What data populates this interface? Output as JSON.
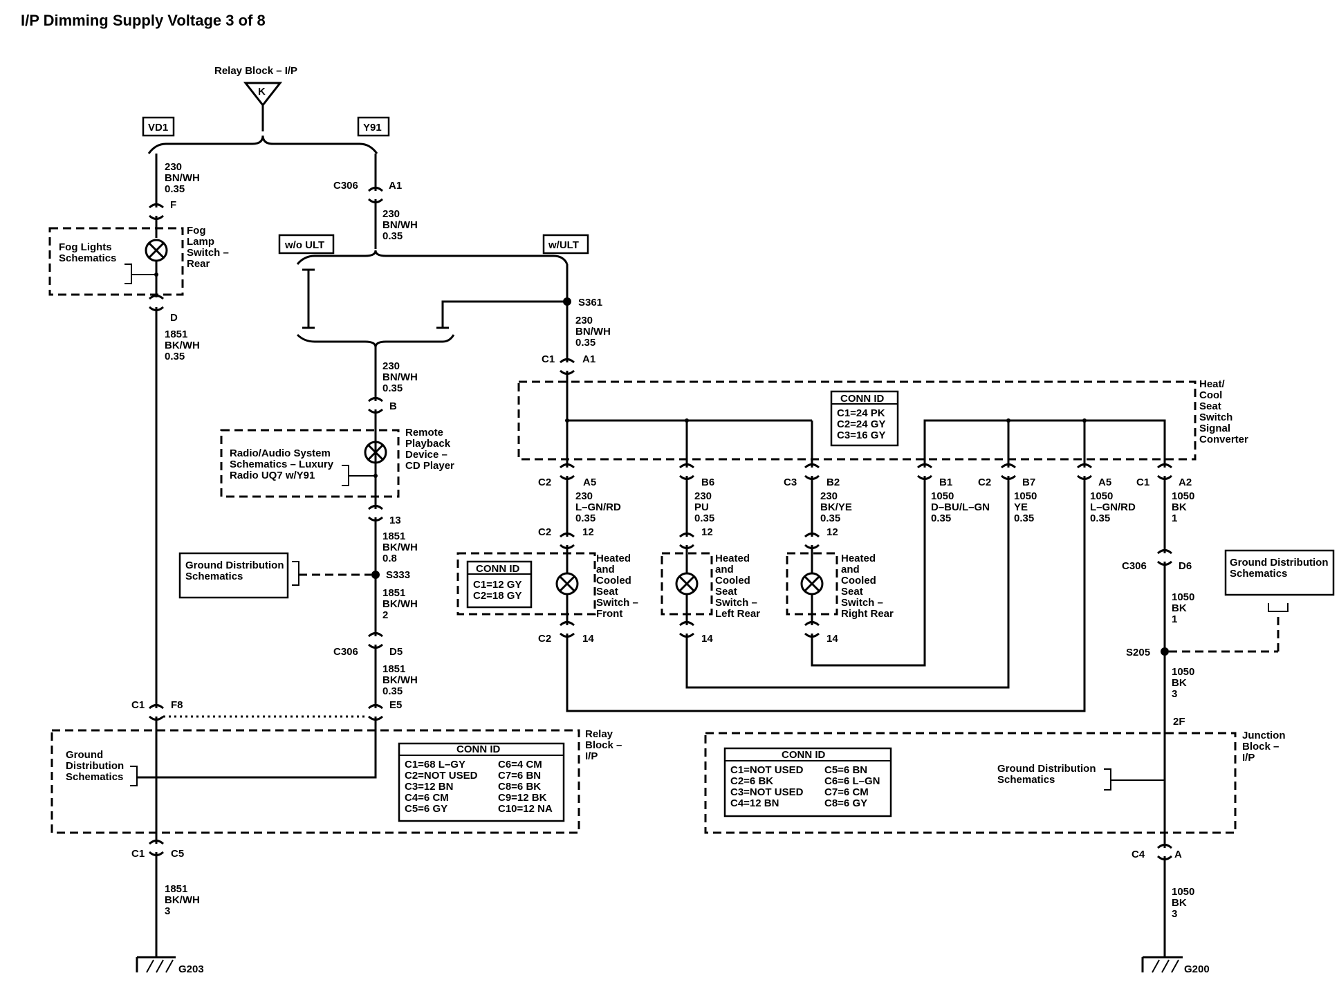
{
  "title": "I/P Dimming Supply Voltage 3 of 8",
  "relay_top": {
    "label": "Relay Block – I/P",
    "pin": "K"
  },
  "options": {
    "vd1": "VD1",
    "y91": "Y91",
    "wo_ult": "w/o ULT",
    "w_ult": "w/ULT"
  },
  "wires": {
    "w230_a": [
      "230",
      "BN/WH",
      "0.35"
    ],
    "w230_b": [
      "230",
      "BN/WH",
      "0.35"
    ],
    "w230_c": [
      "230",
      "BN/WH",
      "0.35"
    ],
    "w230_d": [
      "230",
      "BN/WH",
      "0.35"
    ],
    "w1851_a": [
      "1851",
      "BK/WH",
      "0.35"
    ],
    "w1851_b": [
      "1851",
      "BK/WH",
      "0.8"
    ],
    "w1851_c": [
      "1851",
      "BK/WH",
      "2"
    ],
    "w1851_d": [
      "1851",
      "BK/WH",
      "0.35"
    ],
    "w1851_e": [
      "1851",
      "BK/WH",
      "3"
    ],
    "w230_lgn": [
      "230",
      "L–GN/RD",
      "0.35"
    ],
    "w230_pu": [
      "230",
      "PU",
      "0.35"
    ],
    "w230_bkye": [
      "230",
      "BK/YE",
      "0.35"
    ],
    "w1050_dbu": [
      "1050",
      "D–BU/L–GN",
      "0.35"
    ],
    "w1050_ye": [
      "1050",
      "YE",
      "0.35"
    ],
    "w1050_lgn": [
      "1050",
      "L–GN/RD",
      "0.35"
    ],
    "w1050_bk1": [
      "1050",
      "BK",
      "1"
    ],
    "w1050_bk1b": [
      "1050",
      "BK",
      "1"
    ],
    "w1050_bk3": [
      "1050",
      "BK",
      "3"
    ],
    "w1050_bk3b": [
      "1050",
      "BK",
      "3"
    ]
  },
  "pins": {
    "F": "F",
    "D": "D",
    "C306a": "C306",
    "A1a": "A1",
    "B": "B",
    "p13": "13",
    "S333": "S333",
    "C306b": "C306",
    "D5": "D5",
    "C1a": "C1",
    "F8": "F8",
    "E5": "E5",
    "C1b": "C1",
    "C5": "C5",
    "G203": "G203",
    "S361": "S361",
    "C1c": "C1",
    "A1b": "A1",
    "C2a": "C2",
    "A5a": "A5",
    "B6": "B6",
    "C3": "C3",
    "B2": "B2",
    "B1": "B1",
    "C2b": "C2",
    "B7": "B7",
    "A5b": "A5",
    "C1d": "C1",
    "A2": "A2",
    "C2c": "C2",
    "p12a": "12",
    "p12b": "12",
    "p12c": "12",
    "C2d": "C2",
    "p14a": "14",
    "p14b": "14",
    "p14c": "14",
    "C306c": "C306",
    "D6": "D6",
    "S205": "S205",
    "p2F": "2F",
    "C4": "C4",
    "A": "A",
    "G200": "G200"
  },
  "components": {
    "fog_lamp": [
      "Fog",
      "Lamp",
      "Switch –",
      "Rear"
    ],
    "fog_ref": [
      "Fog Lights",
      "Schematics"
    ],
    "remote_playback": [
      "Remote",
      "Playback",
      "Device –",
      "CD Player"
    ],
    "radio_ref": [
      "Radio/Audio System",
      "Schematics – Luxury",
      "Radio UQ7 w/Y91"
    ],
    "gnd_ref_a": [
      "Ground Distribution",
      "Schematics"
    ],
    "gnd_ref_b": [
      "Ground",
      "Distribution",
      "Schematics"
    ],
    "gnd_ref_c": [
      "Ground Distribution",
      "Schematics"
    ],
    "gnd_ref_d": [
      "Ground Distribution",
      "Schematics"
    ],
    "heat_cool": [
      "Heat/",
      "Cool",
      "Seat",
      "Switch",
      "Signal",
      "Converter"
    ],
    "seat_front": [
      "Heated",
      "and",
      "Cooled",
      "Seat",
      "Switch –",
      "Front"
    ],
    "seat_lr": [
      "Heated",
      "and",
      "Cooled",
      "Seat",
      "Switch –",
      "Left Rear"
    ],
    "seat_rr": [
      "Heated",
      "and",
      "Cooled",
      "Seat",
      "Switch –",
      "Right Rear"
    ],
    "relay_block": [
      "Relay",
      "Block –",
      "I/P"
    ],
    "junction_block": [
      "Junction",
      "Block –",
      "I/P"
    ]
  },
  "conn_ids": {
    "heat_cool": {
      "title": "CONN ID",
      "rows": [
        "C1=24 PK",
        "C2=24 GY",
        "C3=16 GY"
      ]
    },
    "seat_front": {
      "title": "CONN ID",
      "rows": [
        "C1=12 GY",
        "C2=18 GY"
      ]
    },
    "relay_block": {
      "title": "CONN ID",
      "left": [
        "C1=68 L–GY",
        "C2=NOT USED",
        "C3=12 BN",
        "C4=6 CM",
        "C5=6 GY"
      ],
      "right": [
        "C6=4 CM",
        "C7=6 BN",
        "C8=6 BK",
        "C9=12 BK",
        "C10=12 NA"
      ]
    },
    "junction_block": {
      "title": "CONN ID",
      "left": [
        "C1=NOT USED",
        "C2=6 BK",
        "C3=NOT USED",
        "C4=12 BN"
      ],
      "right": [
        "C5=6 BN",
        "C6=6 L–GN",
        "C7=6 CM",
        "C8=6 GY"
      ]
    }
  }
}
